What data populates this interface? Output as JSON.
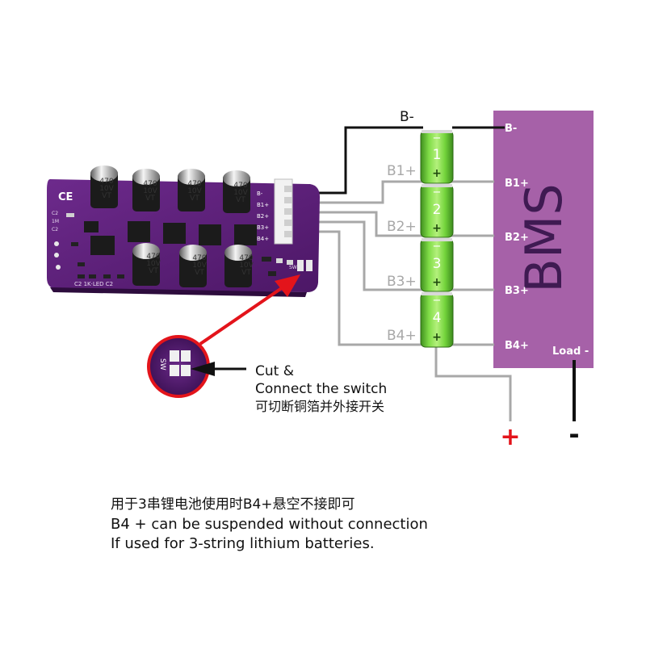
{
  "bms": {
    "title": "BMS",
    "pins": [
      "B-",
      "B1+",
      "B2+",
      "B3+",
      "B4+"
    ],
    "load_label": "Load -"
  },
  "wires": {
    "top_label": "B-",
    "left_labels": [
      "B1+",
      "B2+",
      "B3+",
      "B4+"
    ]
  },
  "cells": [
    {
      "number": "1",
      "minus": "−",
      "plus": "+"
    },
    {
      "number": "2",
      "minus": "−",
      "plus": "+"
    },
    {
      "number": "3",
      "minus": "−",
      "plus": "+"
    },
    {
      "number": "4",
      "minus": "−",
      "plus": "+"
    }
  ],
  "capacitors": {
    "label_line1": "470",
    "label_line2": "10V",
    "label_line3": "VT"
  },
  "board": {
    "connector_labels": [
      "B-",
      "B1+",
      "B2+",
      "B3+",
      "B4+"
    ],
    "silk_bottom": "C2  1K·LED  C2",
    "silk_left": [
      "C2",
      "1M",
      "C2"
    ],
    "ce_mark": "CE",
    "switch_label": "SW"
  },
  "callout": {
    "line1": "Cut &",
    "line2": "Connect the switch",
    "line3": "可切断铜箔并外接开关",
    "zoom_label": "SW"
  },
  "terminals": {
    "plus": "+",
    "minus": "-"
  },
  "notes": {
    "cn": "用于3串锂电池使用时B4+悬空不接即可",
    "en1": "B4 + can be suspended without connection",
    "en2": "If used for 3-string lithium batteries."
  },
  "colors": {
    "bms_fill": "#a661a8",
    "board_purple": "#5b1f78",
    "cell_green": "#74d43c",
    "wire_gray": "#a8a8a8",
    "wire_black": "#111111",
    "arrow_red": "#e3141b",
    "plus_red": "#e3141b"
  }
}
